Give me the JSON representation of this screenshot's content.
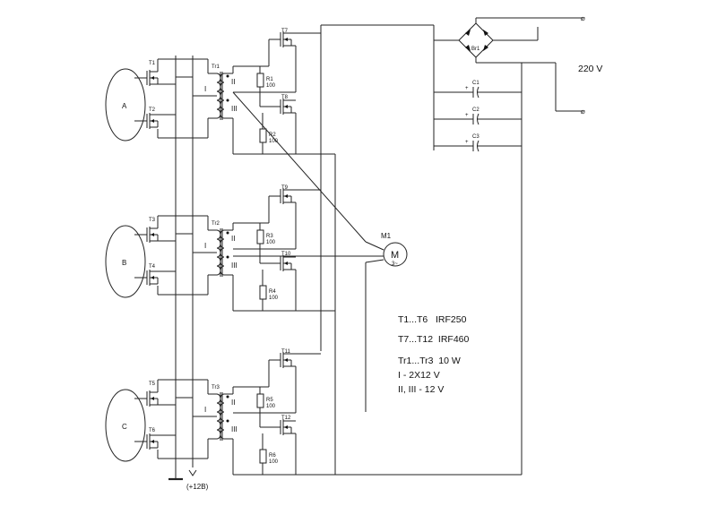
{
  "phases": [
    {
      "label": "A",
      "upper": "T1",
      "lower": "T2",
      "tr": "Tr1",
      "hi": "T7",
      "lo": "T8",
      "r1": "R1",
      "r2": "R2"
    },
    {
      "label": "B",
      "upper": "T3",
      "lower": "T4",
      "tr": "Tr2",
      "hi": "T9",
      "lo": "T10",
      "r1": "R3",
      "r2": "R4"
    },
    {
      "label": "C",
      "upper": "T5",
      "lower": "T6",
      "tr": "Tr3",
      "hi": "T11",
      "lo": "T12",
      "r1": "R5",
      "r2": "R6"
    }
  ],
  "winding": {
    "primary": "I",
    "second": "II",
    "third": "III"
  },
  "resistor_value": "100",
  "bridge_label": "Br1",
  "capacitors": [
    "C1",
    "C2",
    "C3"
  ],
  "cap_polarity": "+",
  "mains": "220 V",
  "terminal_symbol": "⌀",
  "motor": {
    "label": "M1",
    "symbol": "M",
    "phase": "3~"
  },
  "supply": "(+12B)",
  "notes": {
    "line1": "T1...T6   IRF250",
    "line2": "T7...T12  IRF460",
    "line3": "Tr1...Tr3  10 W",
    "line4": "I - 2X12 V",
    "line5": "II, III - 12 V"
  }
}
